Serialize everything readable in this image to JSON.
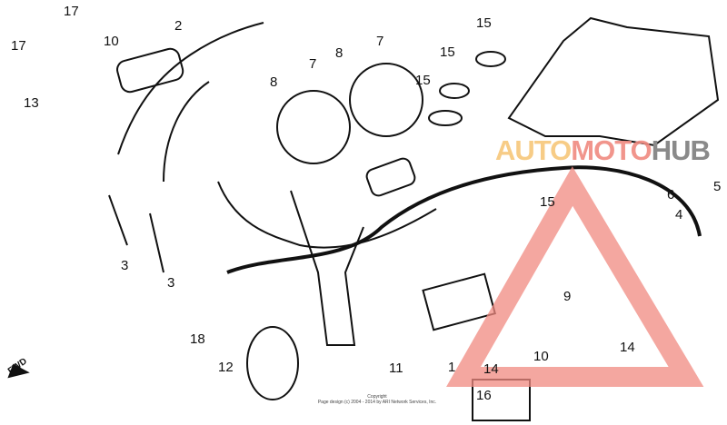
{
  "callouts": [
    "17",
    "2",
    "10",
    "17",
    "13",
    "8",
    "7",
    "7",
    "15",
    "15",
    "15",
    "8",
    "5",
    "6",
    "4",
    "15",
    "3",
    "3",
    "9",
    "18",
    "12",
    "11",
    "1",
    "10",
    "14",
    "14",
    "16"
  ],
  "direction_label": "FWD",
  "copyright": {
    "line1": "Copyright",
    "line2": "Page design (c) 2004 - 2014 by ARI Network Services, Inc."
  },
  "watermark": {
    "part1": "AUTO",
    "part2": "MOTO",
    "part3": "HUB",
    "colors": {
      "auto": "#f7c77a",
      "moto": "#f08a80",
      "hub": "#8a8a8a",
      "triangle": "#f08a80"
    }
  }
}
